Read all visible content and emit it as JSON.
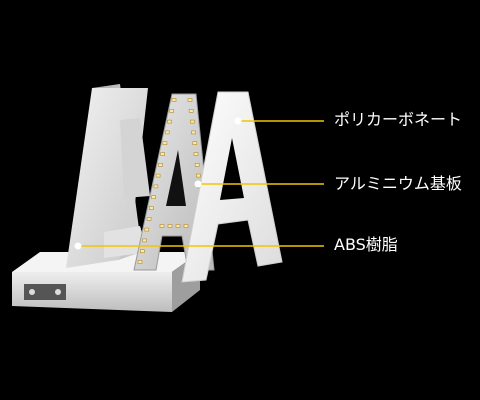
{
  "labels": [
    "ポリカーボネート",
    "アルミニウム基板",
    "ABS樹脂"
  ],
  "colors": {
    "background": "#000000",
    "leader_line": "#f5c400",
    "leader_dot": "#ffffff",
    "text": "#ffffff"
  }
}
